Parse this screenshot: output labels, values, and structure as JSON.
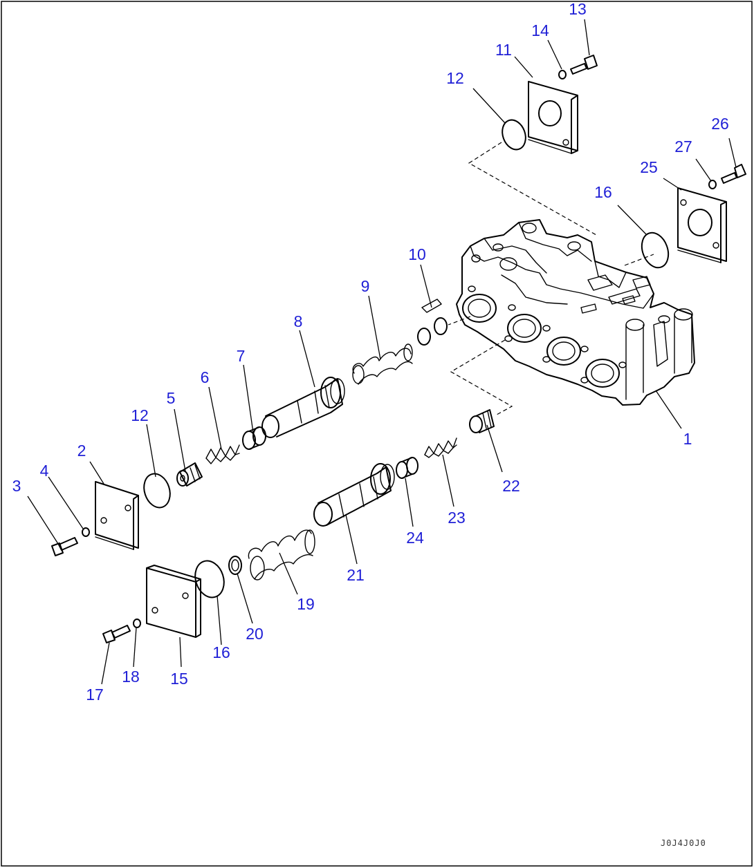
{
  "drawing": {
    "code": "J0J4J0J0"
  },
  "callouts": {
    "c1": "1",
    "c2": "2",
    "c3": "3",
    "c4": "4",
    "c5": "5",
    "c6": "6",
    "c7": "7",
    "c8": "8",
    "c9": "9",
    "c10": "10",
    "c11": "11",
    "c12a": "12",
    "c12b": "12",
    "c13": "13",
    "c14": "14",
    "c15": "15",
    "c16a": "16",
    "c16b": "16",
    "c17": "17",
    "c18": "18",
    "c19": "19",
    "c20": "20",
    "c21": "21",
    "c22": "22",
    "c23": "23",
    "c24": "24",
    "c25": "25",
    "c26": "26",
    "c27": "27"
  },
  "colors": {
    "callout": "#1f1fd6",
    "line": "#000000",
    "background": "#ffffff"
  }
}
